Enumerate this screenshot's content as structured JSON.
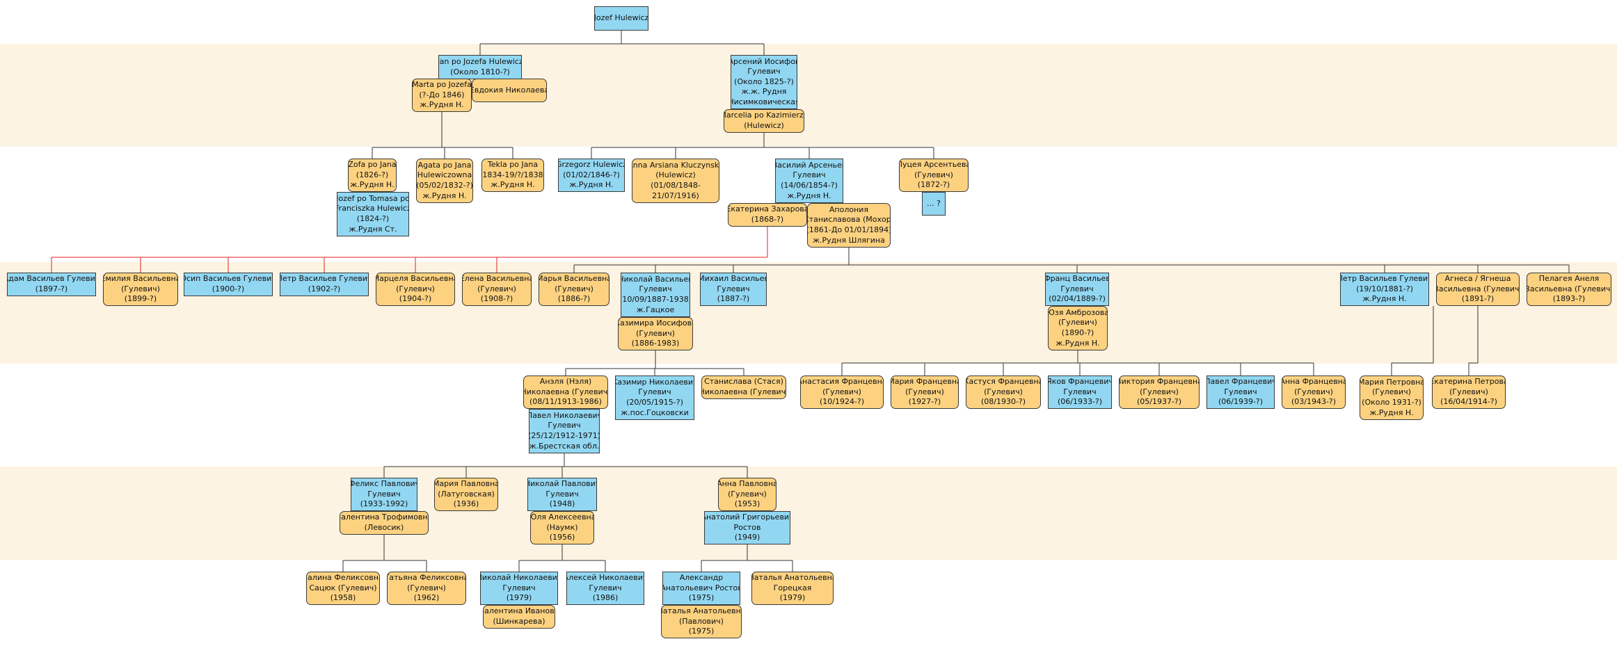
{
  "colors": {
    "male": "#92d7f2",
    "female": "#fcd281",
    "band": "#fdf3e2",
    "line": "#333333",
    "highlight": "#e02020"
  },
  "people": {
    "p1": {
      "lines": [
        "Jozef Hulewicz"
      ],
      "sex": "m"
    },
    "p2": {
      "lines": [
        "Jan po Jozefa Hulewicz",
        "(Около 1810-?)"
      ],
      "sex": "m"
    },
    "p3": {
      "lines": [
        "Marta po Jozefa",
        "(?-До 1846)",
        "ж.Рудня Н."
      ],
      "sex": "f"
    },
    "p4": {
      "lines": [
        "Евдокия Николаева"
      ],
      "sex": "f"
    },
    "p5": {
      "lines": [
        "Арсений Иосифов",
        "Гулевич",
        "(Около 1825-?)",
        "ж.ж. Рудня",
        "Нисимковическая"
      ],
      "sex": "m"
    },
    "p6": {
      "lines": [
        "Marcelia po Kazimierzu",
        "(Hulewicz)"
      ],
      "sex": "f"
    },
    "p7": {
      "lines": [
        "Zofa po Jana",
        "(1826-?)",
        "ж.Рудня Н."
      ],
      "sex": "f"
    },
    "p8": {
      "lines": [
        "Jozef po Tomasa po",
        "Franciszka Hulewicz",
        "(1824-?)",
        "ж.Рудня Ст."
      ],
      "sex": "m"
    },
    "p9": {
      "lines": [
        "Agata po Jana",
        "(Hulewiczowna)",
        "(05/02/1832-?)",
        "ж.Рудня Н."
      ],
      "sex": "f"
    },
    "p10": {
      "lines": [
        "Tekla po Jana",
        "(1834-19/?/1838)",
        "ж.Рудня Н."
      ],
      "sex": "f"
    },
    "p11": {
      "lines": [
        "Grzegorz Hulewicz",
        "(01/02/1846-?)",
        "ж.Рудня Н."
      ],
      "sex": "m"
    },
    "p12": {
      "lines": [
        "Anna Arsiana Kluczynska",
        "(Hulewicz)",
        "(01/08/1848-",
        "21/07/1916)"
      ],
      "sex": "f"
    },
    "p13": {
      "lines": [
        "Василий Арсеньев",
        "Гулевич",
        "(14/06/1854-?)",
        "ж.Рудня Н."
      ],
      "sex": "m"
    },
    "p14": {
      "lines": [
        "Екатерина Захарова",
        "(1868-?)"
      ],
      "sex": "f"
    },
    "p15": {
      "lines": [
        "Аполония",
        "Станиславова (Мохор)",
        "(1861-До 01/01/1894)",
        "ж.Рудня Шлягина"
      ],
      "sex": "f"
    },
    "p16": {
      "lines": [
        "Луцея Арсентьева",
        "(Гулевич)",
        "(1872-?)"
      ],
      "sex": "f"
    },
    "p17": {
      "lines": [
        "... ?"
      ],
      "sex": "m"
    },
    "p18": {
      "lines": [
        "Адам Васильев Гулевич",
        "(1897-?)"
      ],
      "sex": "m"
    },
    "p19": {
      "lines": [
        "Емилия Васильевна",
        "(Гулевич)",
        "(1899-?)"
      ],
      "sex": "f"
    },
    "p20": {
      "lines": [
        "Осип Васильев Гулевич",
        "(1900-?)"
      ],
      "sex": "m"
    },
    "p21": {
      "lines": [
        "Петр Васильев Гулевич",
        "(1902-?)"
      ],
      "sex": "m"
    },
    "p22": {
      "lines": [
        "Марцеля Васильевна",
        "(Гулевич)",
        "(1904-?)"
      ],
      "sex": "f"
    },
    "p23": {
      "lines": [
        "Елена Васильевна",
        "(Гулевич)",
        "(1908-?)"
      ],
      "sex": "f"
    },
    "p24": {
      "lines": [
        "Марья Васильевна",
        "(Гулевич)",
        "(1886-?)"
      ],
      "sex": "f"
    },
    "p25": {
      "lines": [
        "Николай Васильев",
        "Гулевич",
        "(10/09/1887-1938)",
        "ж.Гацкое"
      ],
      "sex": "m"
    },
    "p26": {
      "lines": [
        "Казимира Иосифова",
        "(Гулевич)",
        "(1886-1983)"
      ],
      "sex": "f"
    },
    "p27": {
      "lines": [
        "Михаил Васильев",
        "Гулевич",
        "(1887-?)"
      ],
      "sex": "m"
    },
    "p28": {
      "lines": [
        "Франц Васильев",
        "Гулевич",
        "(02/04/1889-?)"
      ],
      "sex": "m"
    },
    "p29": {
      "lines": [
        "Юзя Амброзова",
        "(Гулевич)",
        "(1890-?)",
        "ж.Рудня Н."
      ],
      "sex": "f"
    },
    "p30": {
      "lines": [
        "Петр Васильев Гулевич",
        "(19/10/1881-?)",
        "ж.Рудня Н."
      ],
      "sex": "m"
    },
    "p31": {
      "lines": [
        "Агнеса / Ягнеша",
        "Васильевна (Гулевич)",
        "(1891-?)"
      ],
      "sex": "f"
    },
    "p32": {
      "lines": [
        "Пелагея Анеля",
        "Васильевна (Гулевич)",
        "(1893-?)"
      ],
      "sex": "f"
    },
    "p33": {
      "lines": [
        "Анэля (Нэля)",
        "Николаевна (Гулевич)",
        "(08/11/1913-1986)"
      ],
      "sex": "f"
    },
    "p34": {
      "lines": [
        "Павел Николаевич",
        "Гулевич",
        "(25/12/1912-1971)",
        "ж.Брестская обл."
      ],
      "sex": "m"
    },
    "p35": {
      "lines": [
        "Казимир Николаевич",
        "Гулевич",
        "(20/05/1915-?)",
        "ж.пос.Гоцковски"
      ],
      "sex": "m"
    },
    "p36": {
      "lines": [
        "Станислава (Стася)",
        "Николаевна (Гулевич)"
      ],
      "sex": "f"
    },
    "p37": {
      "lines": [
        "Анастасия Францевна",
        "(Гулевич)",
        "(10/1924-?)"
      ],
      "sex": "f"
    },
    "p38": {
      "lines": [
        "Мария Францевна",
        "(Гулевич)",
        "(1927-?)"
      ],
      "sex": "f"
    },
    "p39": {
      "lines": [
        "Кастуся Францевна",
        "(Гулевич)",
        "(08/1930-?)"
      ],
      "sex": "f"
    },
    "p40": {
      "lines": [
        "Яков Францевич",
        "Гулевич",
        "(06/1933-?)"
      ],
      "sex": "m"
    },
    "p41": {
      "lines": [
        "Виктория Францевна",
        "(Гулевич)",
        "(05/1937-?)"
      ],
      "sex": "f"
    },
    "p42": {
      "lines": [
        "Павел Францевич",
        "Гулевич",
        "(06/1939-?)"
      ],
      "sex": "m"
    },
    "p43": {
      "lines": [
        "Анна Францевна",
        "(Гулевич)",
        "(03/1943-?)"
      ],
      "sex": "f"
    },
    "p44": {
      "lines": [
        "Мария Петровна",
        "(Гулевич)",
        "(Около 1931-?)",
        "ж.Рудня Н."
      ],
      "sex": "f"
    },
    "p45": {
      "lines": [
        "Екатерина Петрова",
        "(Гулевич)",
        "(16/04/1914-?)"
      ],
      "sex": "f"
    },
    "p46": {
      "lines": [
        "Феликс Павлович",
        "Гулевич",
        "(1933-1992)"
      ],
      "sex": "m"
    },
    "p47": {
      "lines": [
        "Валентина Трофимовна",
        "(Левосик)"
      ],
      "sex": "f"
    },
    "p48": {
      "lines": [
        "Мария Павловна",
        "(Латуговская)",
        "(1936)"
      ],
      "sex": "f"
    },
    "p49": {
      "lines": [
        "Николай Павлович",
        "Гулевич",
        "(1948)"
      ],
      "sex": "m"
    },
    "p50": {
      "lines": [
        "Юля Алексеевна",
        "(Наумк)",
        "(1956)"
      ],
      "sex": "f"
    },
    "p51": {
      "lines": [
        "Анна Павловна",
        "(Гулевич)",
        "(1953)"
      ],
      "sex": "f"
    },
    "p52": {
      "lines": [
        "Анатолий Григорьевич",
        "Ростов",
        "(1949)"
      ],
      "sex": "m"
    },
    "p53": {
      "lines": [
        "Галина Феликсовна",
        "Сацюк (Гулевич)",
        "(1958)"
      ],
      "sex": "f"
    },
    "p54": {
      "lines": [
        "Татьяна Феликсовна",
        "(Гулевич)",
        "(1962)"
      ],
      "sex": "f"
    },
    "p55": {
      "lines": [
        "Николай Николаевич",
        "Гулевич",
        "(1979)"
      ],
      "sex": "m"
    },
    "p56": {
      "lines": [
        "Валентина Иванова",
        "(Шинкарева)"
      ],
      "sex": "f"
    },
    "p57": {
      "lines": [
        "Алексей Николаевич",
        "Гулевич",
        "(1986)"
      ],
      "sex": "m"
    },
    "p58": {
      "lines": [
        "Александр",
        "Анатольевич Ростов",
        "(1975)"
      ],
      "sex": "m"
    },
    "p59": {
      "lines": [
        "Наталья Анатольевна",
        "(Павлович)",
        "(1975)"
      ],
      "sex": "f"
    },
    "p60": {
      "lines": [
        "Наталья Анатольевна",
        "Горецкая",
        "(1979)"
      ],
      "sex": "f"
    }
  }
}
